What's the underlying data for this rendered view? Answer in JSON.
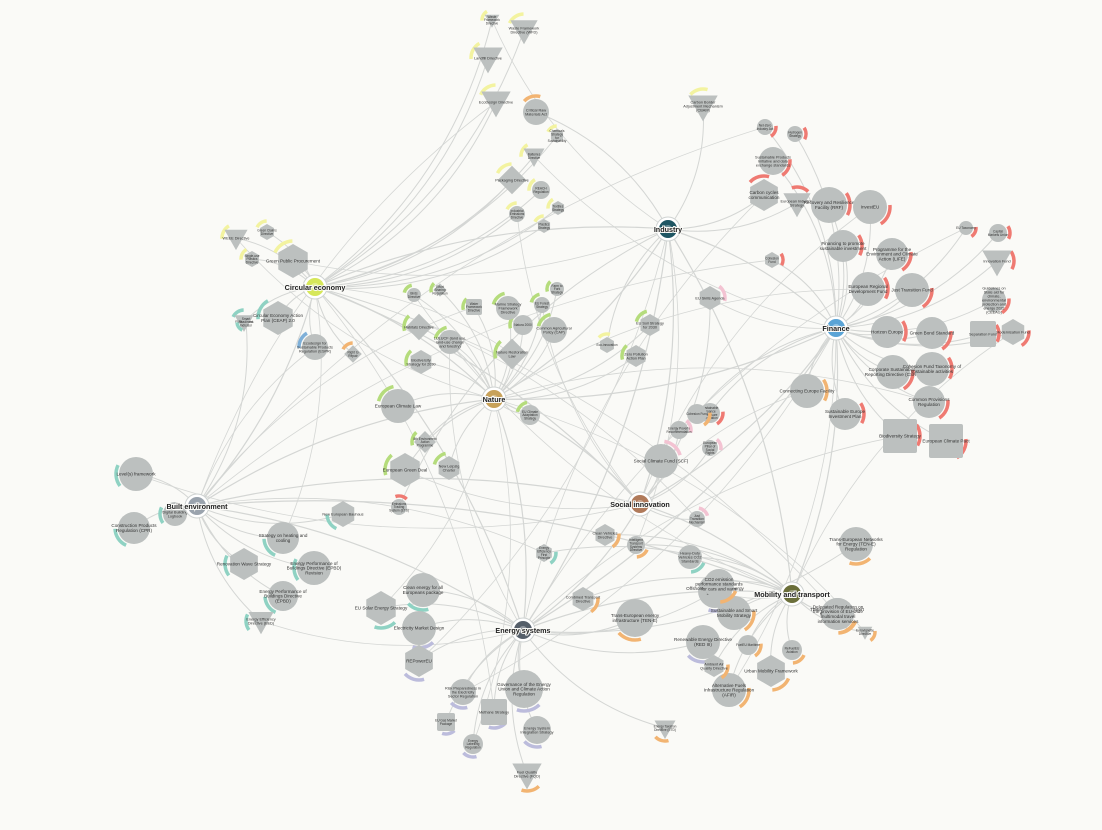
{
  "colors": {
    "background": "#fafaf7",
    "node": "#bcc0bf",
    "edge": "#d4d6d4",
    "hub_text": "#222222",
    "node_text": "#333333",
    "circular": "#f3f3a0",
    "nature": "#b5dc7c",
    "finance": "#ef7a72",
    "social": "#f3c3d2",
    "energy": "#bcbcdc",
    "built": "#8fd2c3",
    "mobility": "#f2b472",
    "blue": "#7fb0d8"
  },
  "hubs": [
    {
      "id": "circular",
      "label": "Circular economy",
      "icon": "recycle-icon",
      "color": "#d6e75a"
    },
    {
      "id": "industry",
      "label": "Industry",
      "icon": "factory-icon",
      "color": "#1f5663"
    },
    {
      "id": "finance",
      "label": "Finance",
      "icon": "euro-icon",
      "color": "#5aa4d6"
    },
    {
      "id": "nature",
      "label": "Nature",
      "icon": "landscape-icon",
      "color": "#c8a25a"
    },
    {
      "id": "built",
      "label": "Built environment",
      "icon": "building-icon",
      "color": "#9aa3ad"
    },
    {
      "id": "social",
      "label": "Social innovation",
      "icon": "people-icon",
      "color": "#b07a5a"
    },
    {
      "id": "energy",
      "label": "Energy systems",
      "icon": "grid-icon",
      "color": "#555f6a"
    },
    {
      "id": "mobility",
      "label": "Mobility and transport",
      "icon": "vehicle-icon",
      "color": "#6b6f3a"
    }
  ],
  "nodes": [
    {
      "id": "n1",
      "label": "Waste Framework Directive",
      "shape": "tri",
      "hub": "circular",
      "color": "circular"
    },
    {
      "id": "n2",
      "label": "Waste Framework Directive (WFD)",
      "shape": "tri",
      "hub": "circular",
      "color": "circular"
    },
    {
      "id": "n3",
      "label": "Landfill Directive",
      "shape": "tri",
      "hub": "circular",
      "color": "circular"
    },
    {
      "id": "n4",
      "label": "EcoDesign Directive",
      "shape": "tri",
      "hub": "circular",
      "color": "circular"
    },
    {
      "id": "n5",
      "label": "Critical Raw Materials Act",
      "shape": "circle",
      "hub": "industry",
      "color": "mobility"
    },
    {
      "id": "n6",
      "label": "Chemicals Strategy for Sustainability",
      "shape": "hex",
      "hub": "circular",
      "color": "circular"
    },
    {
      "id": "n7",
      "label": "Batteries Directive",
      "shape": "tri",
      "hub": "circular",
      "color": "circular"
    },
    {
      "id": "n8",
      "label": "Packaging Directive",
      "shape": "diamond",
      "hub": "circular",
      "color": "circular"
    },
    {
      "id": "n9",
      "label": "REACH Regulation",
      "shape": "circle",
      "hub": "circular",
      "color": "circular"
    },
    {
      "id": "n10",
      "label": "Industrial Emissions Directive",
      "shape": "circle",
      "hub": "circular",
      "color": "circular"
    },
    {
      "id": "n11",
      "label": "Textiles Strategy",
      "shape": "hex",
      "hub": "circular",
      "color": "circular"
    },
    {
      "id": "n12",
      "label": "Plastics Strategy",
      "shape": "hex",
      "hub": "circular",
      "color": "circular"
    },
    {
      "id": "n13",
      "label": "WEEE Directive",
      "shape": "tri",
      "hub": "circular",
      "color": "circular"
    },
    {
      "id": "n14",
      "label": "Green Claims Directive",
      "shape": "hex",
      "hub": "circular",
      "color": "circular"
    },
    {
      "id": "n15",
      "label": "Single-use Plastics Directive",
      "shape": "hex",
      "hub": "circular",
      "color": "circular"
    },
    {
      "id": "n16",
      "label": "Green Public Procurement",
      "shape": "hex",
      "hub": "circular",
      "color": "circular"
    },
    {
      "id": "n17",
      "label": "Circular Economy Action Plan (CEAP) 2.0",
      "shape": "hex",
      "hub": "circular",
      "color": "built"
    },
    {
      "id": "n18",
      "label": "EU Ecolabel",
      "shape": "tri",
      "hub": "circular",
      "color": "built"
    },
    {
      "id": "n19",
      "label": "Ecodesign for Sustainable Products Regulation (ESPR)",
      "shape": "circle",
      "hub": "circular",
      "color": "blue"
    },
    {
      "id": "n20",
      "label": "Right to Repair",
      "shape": "diamond",
      "hub": "circular",
      "color": "mobility"
    },
    {
      "id": "n21",
      "label": "Carbon Border Adjustment Mechanism (CBAM)",
      "shape": "tri",
      "hub": "industry",
      "color": "circular"
    },
    {
      "id": "n22",
      "label": "Net-Zero Industry Act",
      "shape": "circle",
      "hub": "finance",
      "color": "finance"
    },
    {
      "id": "n23",
      "label": "Hydrogen Strategy",
      "shape": "circle",
      "hub": "finance",
      "color": "finance"
    },
    {
      "id": "n24",
      "label": "Sustainable Products Initiative and data exchange standards",
      "shape": "circle",
      "hub": "finance",
      "color": "finance"
    },
    {
      "id": "n25",
      "label": "Carbon cycles communication",
      "shape": "hex",
      "hub": "industry",
      "color": "finance"
    },
    {
      "id": "n26",
      "label": "European Industrial Strategy",
      "shape": "tri",
      "hub": "industry",
      "color": "finance"
    },
    {
      "id": "n27",
      "label": "Recovery and Resilience Facility (RRF)",
      "shape": "circle",
      "hub": "finance",
      "color": "finance"
    },
    {
      "id": "n28",
      "label": "InvestEU",
      "shape": "circle",
      "hub": "finance",
      "color": "finance"
    },
    {
      "id": "n29",
      "label": "Financing to promote sustainable investment",
      "shape": "circle",
      "hub": "finance",
      "color": "finance"
    },
    {
      "id": "n30",
      "label": "Programme for the Environment and Climate Action (LIFE)",
      "shape": "circle",
      "hub": "finance",
      "color": "finance"
    },
    {
      "id": "n31",
      "label": "European Regional Development Fund",
      "shape": "circle",
      "hub": "finance",
      "color": "finance"
    },
    {
      "id": "n32",
      "label": "Just Transition Fund",
      "shape": "circle",
      "hub": "finance",
      "color": "finance"
    },
    {
      "id": "n33",
      "label": "Innovation Fund",
      "shape": "tri",
      "hub": "finance",
      "color": "finance"
    },
    {
      "id": "n34",
      "label": "EU Taxonomy",
      "shape": "circle",
      "hub": "finance",
      "color": "finance"
    },
    {
      "id": "n35",
      "label": "Capital Markets Union",
      "shape": "circle",
      "hub": "finance",
      "color": "finance"
    },
    {
      "id": "n36",
      "label": "Guidelines on State aid for climate, environmental protection and energy 2022 (CEEAG)",
      "shape": "circle",
      "hub": "finance",
      "color": "finance"
    },
    {
      "id": "n37",
      "label": "Cohesion Fund",
      "shape": "hex",
      "hub": "finance",
      "color": "finance"
    },
    {
      "id": "n38",
      "label": "Sustainable Finance Disclosure Regulation",
      "shape": "circle",
      "hub": "finance",
      "color": "finance"
    },
    {
      "id": "n39",
      "label": "Separation Fund",
      "shape": "square",
      "hub": "finance",
      "color": "finance"
    },
    {
      "id": "n40",
      "label": "Modernisation Fund",
      "shape": "hex",
      "hub": "finance",
      "color": "finance"
    },
    {
      "id": "n41",
      "label": "Horizon Europe",
      "shape": "circle",
      "hub": "finance",
      "color": "finance"
    },
    {
      "id": "n42",
      "label": "Green Bond Standard",
      "shape": "circle",
      "hub": "finance",
      "color": "finance"
    },
    {
      "id": "n43",
      "label": "Connecting Europe Facility",
      "shape": "circle",
      "hub": "finance",
      "color": "mobility"
    },
    {
      "id": "n44",
      "label": "Corporate Sustainability Reporting Directive (CSRD)",
      "shape": "circle",
      "hub": "finance",
      "color": "finance"
    },
    {
      "id": "n45",
      "label": "Cohesion Fund Taxonomy of sustainable activities",
      "shape": "circle",
      "hub": "finance",
      "color": "finance"
    },
    {
      "id": "n46",
      "label": "Common Provisions Regulation",
      "shape": "circle",
      "hub": "finance",
      "color": "finance"
    },
    {
      "id": "n47",
      "label": "Sustainable Europe Investment Plan",
      "shape": "circle",
      "hub": "finance",
      "color": "finance"
    },
    {
      "id": "n48",
      "label": "Cohesion Fund",
      "shape": "circle",
      "hub": "finance",
      "color": "mobility"
    },
    {
      "id": "n49",
      "label": "Biodiversity Strategy",
      "shape": "square",
      "hub": "finance",
      "color": "finance"
    },
    {
      "id": "n50",
      "label": "European Climate Pact",
      "shape": "square",
      "hub": "finance",
      "color": "finance"
    },
    {
      "id": "n51",
      "label": "Natura 2000",
      "shape": "circle",
      "hub": "nature",
      "color": "nature"
    },
    {
      "id": "n52",
      "label": "EU Forest Strategy",
      "shape": "circle",
      "hub": "nature",
      "color": "nature"
    },
    {
      "id": "n53",
      "label": "Farm to Fork Strategy",
      "shape": "circle",
      "hub": "nature",
      "color": "nature"
    },
    {
      "id": "n54",
      "label": "Common Agricultural Policy (CAP)",
      "shape": "circle",
      "hub": "nature",
      "color": "nature"
    },
    {
      "id": "n55",
      "label": "Nature Restoration Law",
      "shape": "diamond",
      "hub": "nature",
      "color": "nature"
    },
    {
      "id": "n56",
      "label": "EU Soil Strategy for 2030",
      "shape": "hex",
      "hub": "nature",
      "color": "nature"
    },
    {
      "id": "n57",
      "label": "Zero Pollution Action Plan",
      "shape": "hex",
      "hub": "nature",
      "color": "nature"
    },
    {
      "id": "n58",
      "label": "LULUCF (land use, land-use change and forestry)",
      "shape": "circle",
      "hub": "nature",
      "color": "nature"
    },
    {
      "id": "n59",
      "label": "Biodiversity Strategy for 2030",
      "shape": "hex",
      "hub": "nature",
      "color": "nature"
    },
    {
      "id": "n60",
      "label": "EU Climate Adaptation Strategy",
      "shape": "circle",
      "hub": "nature",
      "color": "nature"
    },
    {
      "id": "n61",
      "label": "Water Framework Directive",
      "shape": "square",
      "hub": "nature",
      "color": "nature"
    },
    {
      "id": "n62",
      "label": "Marine Strategy Framework Directive",
      "shape": "circle",
      "hub": "nature",
      "color": "nature"
    },
    {
      "id": "n63",
      "label": "Habitats Directive",
      "shape": "diamond",
      "hub": "nature",
      "color": "nature"
    },
    {
      "id": "n64",
      "label": "Birds Directive",
      "shape": "circle",
      "hub": "nature",
      "color": "nature"
    },
    {
      "id": "n65",
      "label": "Effort Sharing Regulation",
      "shape": "diamond",
      "hub": "nature",
      "color": "nature"
    },
    {
      "id": "n66",
      "label": "European Climate Law",
      "shape": "circle",
      "hub": "nature",
      "color": "nature"
    },
    {
      "id": "n67",
      "label": "European Green Deal",
      "shape": "hex",
      "hub": "nature",
      "color": "nature"
    },
    {
      "id": "n68",
      "label": "New Leipzig Charter",
      "shape": "hex",
      "hub": "nature",
      "color": "nature"
    },
    {
      "id": "n69",
      "label": "8th Environment Action Programme",
      "shape": "diamond",
      "hub": "nature",
      "color": "nature"
    },
    {
      "id": "n70",
      "label": "EU Skills Agenda",
      "shape": "hex",
      "hub": "social",
      "color": "social"
    },
    {
      "id": "n71",
      "label": "Social Climate Fund (SCF)",
      "shape": "circle",
      "hub": "social",
      "color": "social"
    },
    {
      "id": "n72",
      "label": "European Pillar of Social Rights",
      "shape": "circle",
      "hub": "social",
      "color": "social"
    },
    {
      "id": "n73",
      "label": "Just Transition Mechanism",
      "shape": "circle",
      "hub": "social",
      "color": "social"
    },
    {
      "id": "n74",
      "label": "Energy Poverty Recommendation",
      "shape": "circle",
      "hub": "social",
      "color": "social"
    },
    {
      "id": "n75",
      "label": "New European Bauhaus",
      "shape": "hex",
      "hub": "built",
      "color": "built"
    },
    {
      "id": "n76",
      "label": "Level(s) framework",
      "shape": "circle",
      "hub": "built",
      "color": "built"
    },
    {
      "id": "n77",
      "label": "Construction Products Regulation (CPR)",
      "shape": "circle",
      "hub": "built",
      "color": "built"
    },
    {
      "id": "n78",
      "label": "Renovation Wave Strategy",
      "shape": "hex",
      "hub": "built",
      "color": "built"
    },
    {
      "id": "n79",
      "label": "Strategy on heating and cooling",
      "shape": "circle",
      "hub": "built",
      "color": "built"
    },
    {
      "id": "n80",
      "label": "Energy Performance of Buildings Directive (EPBD) Revision",
      "shape": "circle",
      "hub": "built",
      "color": "built"
    },
    {
      "id": "n81",
      "label": "Energy Performance of Buildings Directive (EPBD)",
      "shape": "circle",
      "hub": "built",
      "color": "built"
    },
    {
      "id": "n82",
      "label": "Energy Efficiency Directive (EED)",
      "shape": "tri",
      "hub": "built",
      "color": "built"
    },
    {
      "id": "n83",
      "label": "Smart Readiness Indicator",
      "shape": "tri",
      "hub": "built",
      "color": "built"
    },
    {
      "id": "n84",
      "label": "Digital Building Logbook",
      "shape": "circle",
      "hub": "built",
      "color": "built"
    },
    {
      "id": "n85",
      "label": "EU Solar Energy Strategy",
      "shape": "hex",
      "hub": "energy",
      "color": "built"
    },
    {
      "id": "n86",
      "label": "Clean energy for all Europeans package",
      "shape": "circle",
      "hub": "energy",
      "color": "built"
    },
    {
      "id": "n87",
      "label": "Electricity Market Design",
      "shape": "circle",
      "hub": "energy",
      "color": "energy"
    },
    {
      "id": "n88",
      "label": "REPowerEU",
      "shape": "hex",
      "hub": "energy",
      "color": "energy"
    },
    {
      "id": "n89",
      "label": "Trans-European Networks for Energy (TEN-E) Regulation",
      "shape": "circle",
      "hub": "energy",
      "color": "mobility"
    },
    {
      "id": "n90",
      "label": "Trans-European energy infrastructure (TEN-E)",
      "shape": "circle",
      "hub": "energy",
      "color": "mobility"
    },
    {
      "id": "n91",
      "label": "Offshore Renewable Energy Strategy",
      "shape": "circle",
      "hub": "energy",
      "color": "energy"
    },
    {
      "id": "n92",
      "label": "Renewable Energy Directive (RED III)",
      "shape": "circle",
      "hub": "energy",
      "color": "energy"
    },
    {
      "id": "n93",
      "label": "Governance of the Energy Union and Climate Action Regulation",
      "shape": "circle",
      "hub": "energy",
      "color": "energy"
    },
    {
      "id": "n94",
      "label": "Risk Preparedness in the Electricity Sector Regulation",
      "shape": "circle",
      "hub": "energy",
      "color": "energy"
    },
    {
      "id": "n95",
      "label": "EU Gas Market Package",
      "shape": "square",
      "hub": "energy",
      "color": "energy"
    },
    {
      "id": "n96",
      "label": "Energy System Integration Strategy",
      "shape": "circle",
      "hub": "energy",
      "color": "energy"
    },
    {
      "id": "n97",
      "label": "Methane Strategy",
      "shape": "square",
      "hub": "energy",
      "color": "energy"
    },
    {
      "id": "n98",
      "label": "Energy Taxation Directive (ETD)",
      "shape": "tri",
      "hub": "energy",
      "color": "mobility"
    },
    {
      "id": "n99",
      "label": "Fuel Quality Directive (FQD)",
      "shape": "tri",
      "hub": "energy",
      "color": "mobility"
    },
    {
      "id": "n100",
      "label": "Energy Labelling Regulation",
      "shape": "circle",
      "hub": "energy",
      "color": "energy"
    },
    {
      "id": "n101",
      "label": "Sustainable and Smart Mobility Strategy",
      "shape": "circle",
      "hub": "mobility",
      "color": "mobility"
    },
    {
      "id": "n102",
      "label": "CO2 emission performance standards for cars and vans",
      "shape": "circle",
      "hub": "mobility",
      "color": "mobility"
    },
    {
      "id": "n103",
      "label": "Alternative Fuels Infrastructure Regulation (AFIR)",
      "shape": "circle",
      "hub": "mobility",
      "color": "mobility"
    },
    {
      "id": "n104",
      "label": "Urban Mobility Framework",
      "shape": "hex",
      "hub": "mobility",
      "color": "mobility"
    },
    {
      "id": "n105",
      "label": "Ambient Air Quality Directive",
      "shape": "hex",
      "hub": "mobility",
      "color": "mobility"
    },
    {
      "id": "n106",
      "label": "Trans-European Transport Network (TEN-T) Guidelines",
      "shape": "circle",
      "hub": "mobility",
      "color": "mobility"
    },
    {
      "id": "n107",
      "label": "Clean Vehicles Directive",
      "shape": "hex",
      "hub": "mobility",
      "color": "mobility"
    },
    {
      "id": "n108",
      "label": "Delegated Regulation on the provision of EU-wide multimodal travel information services",
      "shape": "circle",
      "hub": "mobility",
      "color": "mobility"
    },
    {
      "id": "n109",
      "label": "Eurovignette Directive",
      "shape": "tri",
      "hub": "mobility",
      "color": "mobility"
    },
    {
      "id": "n110",
      "label": "ReFuelEU Aviation",
      "shape": "circle",
      "hub": "mobility",
      "color": "mobility"
    },
    {
      "id": "n111",
      "label": "FuelEU Maritime",
      "shape": "circle",
      "hub": "mobility",
      "color": "mobility"
    },
    {
      "id": "n112",
      "label": "Intelligent Transport Systems Directive",
      "shape": "circle",
      "hub": "mobility",
      "color": "mobility"
    },
    {
      "id": "n113",
      "label": "Combined Transport Directive",
      "shape": "hex",
      "hub": "mobility",
      "color": "mobility"
    },
    {
      "id": "n114",
      "label": "Heavy-Duty Vehicles CO2 Standards",
      "shape": "circle",
      "hub": "mobility",
      "color": "built"
    },
    {
      "id": "n115",
      "label": "Energy Efficiency First Principle",
      "shape": "hex",
      "hub": "mobility",
      "color": "built"
    },
    {
      "id": "n116",
      "label": "Emissions Trading System (ETS)",
      "shape": "circle",
      "hub": "industry",
      "color": "finance"
    },
    {
      "id": "n117",
      "label": "Eco-innovation",
      "shape": "hex",
      "hub": "industry",
      "color": "circular"
    }
  ]
}
